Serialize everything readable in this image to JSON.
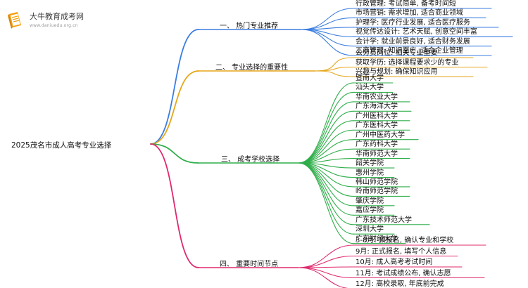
{
  "brand": {
    "name": "大牛教育成考网",
    "url": "www.daniuedu.org.cn"
  },
  "root": "2025茂名市成人高考专业选择",
  "branches": [
    {
      "label": "一、 热门专业推荐",
      "color": "#3b7de0",
      "items": [
        "行政管理: 考试简单, 备考时间短",
        "市场营销: 需求增加, 适合商业领域",
        "护理学: 医疗行业发展, 适合医疗服务",
        "视觉传达设计: 艺术天赋, 创意空间丰富",
        "会计学: 就业前景良好, 适合财务发展",
        "工商管理: 知识面广, 适合企业管理"
      ]
    },
    {
      "label": "二、 专业选择的重要性",
      "color": "#e6a618",
      "items": [
        "公务员岗位: 相关专业重要",
        "获取学历: 选择课程要求少的专业",
        "兴趣与规划: 确保知识应用"
      ]
    },
    {
      "label": "三、 成考学校选择",
      "color": "#2fae4a",
      "items": [
        "暨南大学",
        "汕头大学",
        "华南农业大学",
        "广东海洋大学",
        "广州医科大学",
        "广东医科大学",
        "广州中医药大学",
        "广东药科大学",
        "华南师范大学",
        "韶关学院",
        "惠州学院",
        "韩山师范学院",
        "岭南师范学院",
        "肇庆学院",
        "嘉应学院",
        "广东技术师范大学",
        "深圳大学",
        "广东财经大学"
      ]
    },
    {
      "label": "四、 重要时间节点",
      "color": "#e0286e",
      "items": [
        "3-8月: 预报名, 确认专业和学校",
        "9月: 正式报名, 填写个人信息",
        "10月: 成人高考考试时间",
        "11月: 考试成绩公布, 确认志愿",
        "12月: 高校录取, 年底前完成"
      ]
    }
  ]
}
